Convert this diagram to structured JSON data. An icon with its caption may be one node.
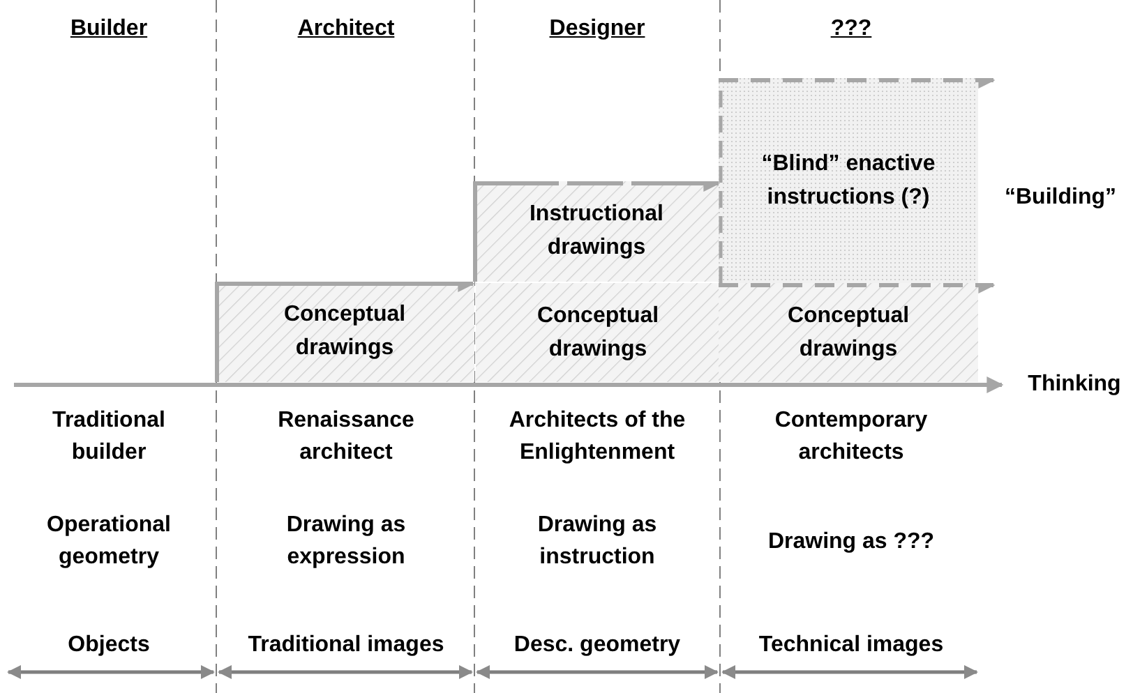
{
  "diagram": {
    "nodes": [
      {
        "text": [
          "Conceptual drawings"
        ]
      },
      {
        "text": [
          "Instructional drawings"
        ]
      },
      {
        "text": [
          "Conceptual drawings"
        ]
      },
      {
        "text": [
          "“Blind” enactive instructions (?)"
        ]
      },
      {
        "text": [
          "Conceptual drawings"
        ]
      }
    ],
    "labels": [
      "Builder",
      "Architect",
      "Designer",
      "???",
      "“Building”",
      "Thinking",
      "Traditional builder",
      "Renaissance architect",
      "Architects of the Enlightenment",
      "Contemporary architects",
      "Operational geometry",
      "Drawing as expression",
      "Drawing as instruction",
      "Drawing as ???",
      "Objects",
      "Traditional images",
      "Desc. geometry",
      "Technical images"
    ]
  }
}
